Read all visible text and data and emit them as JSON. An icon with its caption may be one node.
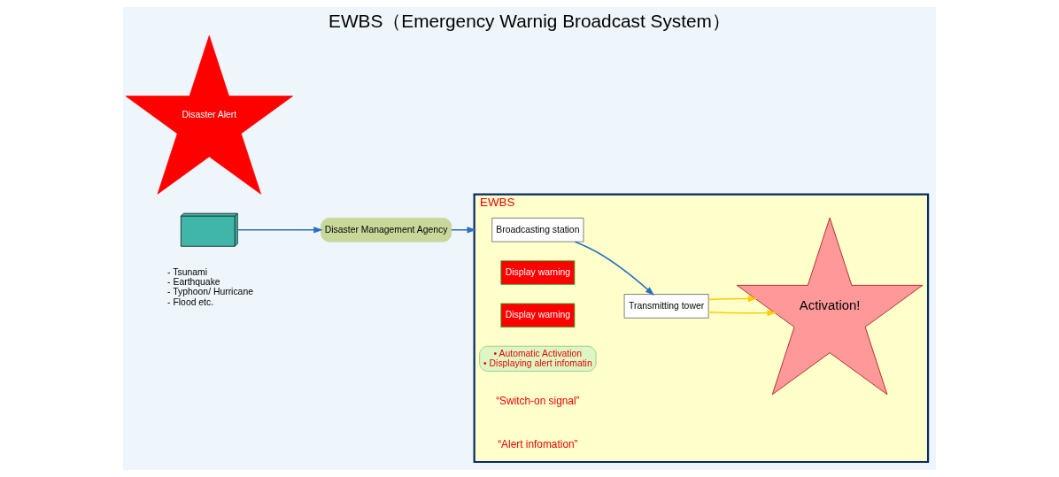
{
  "diagram": {
    "title": "EWBS（Emergency Warnig Broadcast System）",
    "nodes": [
      {
        "text": [],
        "shape": "picture",
        "beside": [
          "- Tsunami",
          "- Earthquake",
          "- Typhoon/ Hurricane",
          "- Flood etc."
        ]
      },
      {
        "text": [
          "Disaster Management Agency"
        ]
      },
      {
        "text": [
          "Disaster Alert"
        ]
      },
      {
        "text": [
          "EWBS"
        ]
      },
      {
        "text": [
          "Broadcasting station"
        ],
        "in": 3
      },
      {
        "text": [
          "Transmitting tower"
        ],
        "in": 3
      },
      {
        "text": [
          "Activation!"
        ],
        "in": 3
      },
      {
        "text": [
          "Display warning"
        ],
        "in": 3
      },
      {
        "text": [
          "Display warning"
        ],
        "in": 3
      },
      {
        "text": [
          "• Automatic Activation",
          "• Displaying alert infomatin"
        ],
        "in": 3
      }
    ],
    "edges": [
      {
        "from": 0,
        "to": 1,
        "arrow": "to"
      },
      {
        "from": 1,
        "to": 3,
        "arrow": "to"
      },
      {
        "from": 4,
        "to": 5,
        "arrow": "to"
      },
      {
        "from": 5,
        "to": 6,
        "arrow": "to",
        "color": "#ffcc00"
      },
      {
        "from": 5,
        "to": 6,
        "arrow": "to",
        "color": "#ffcc00"
      }
    ],
    "labels": [
      "“Switch-on signal”",
      "“Alert infomation”"
    ]
  }
}
